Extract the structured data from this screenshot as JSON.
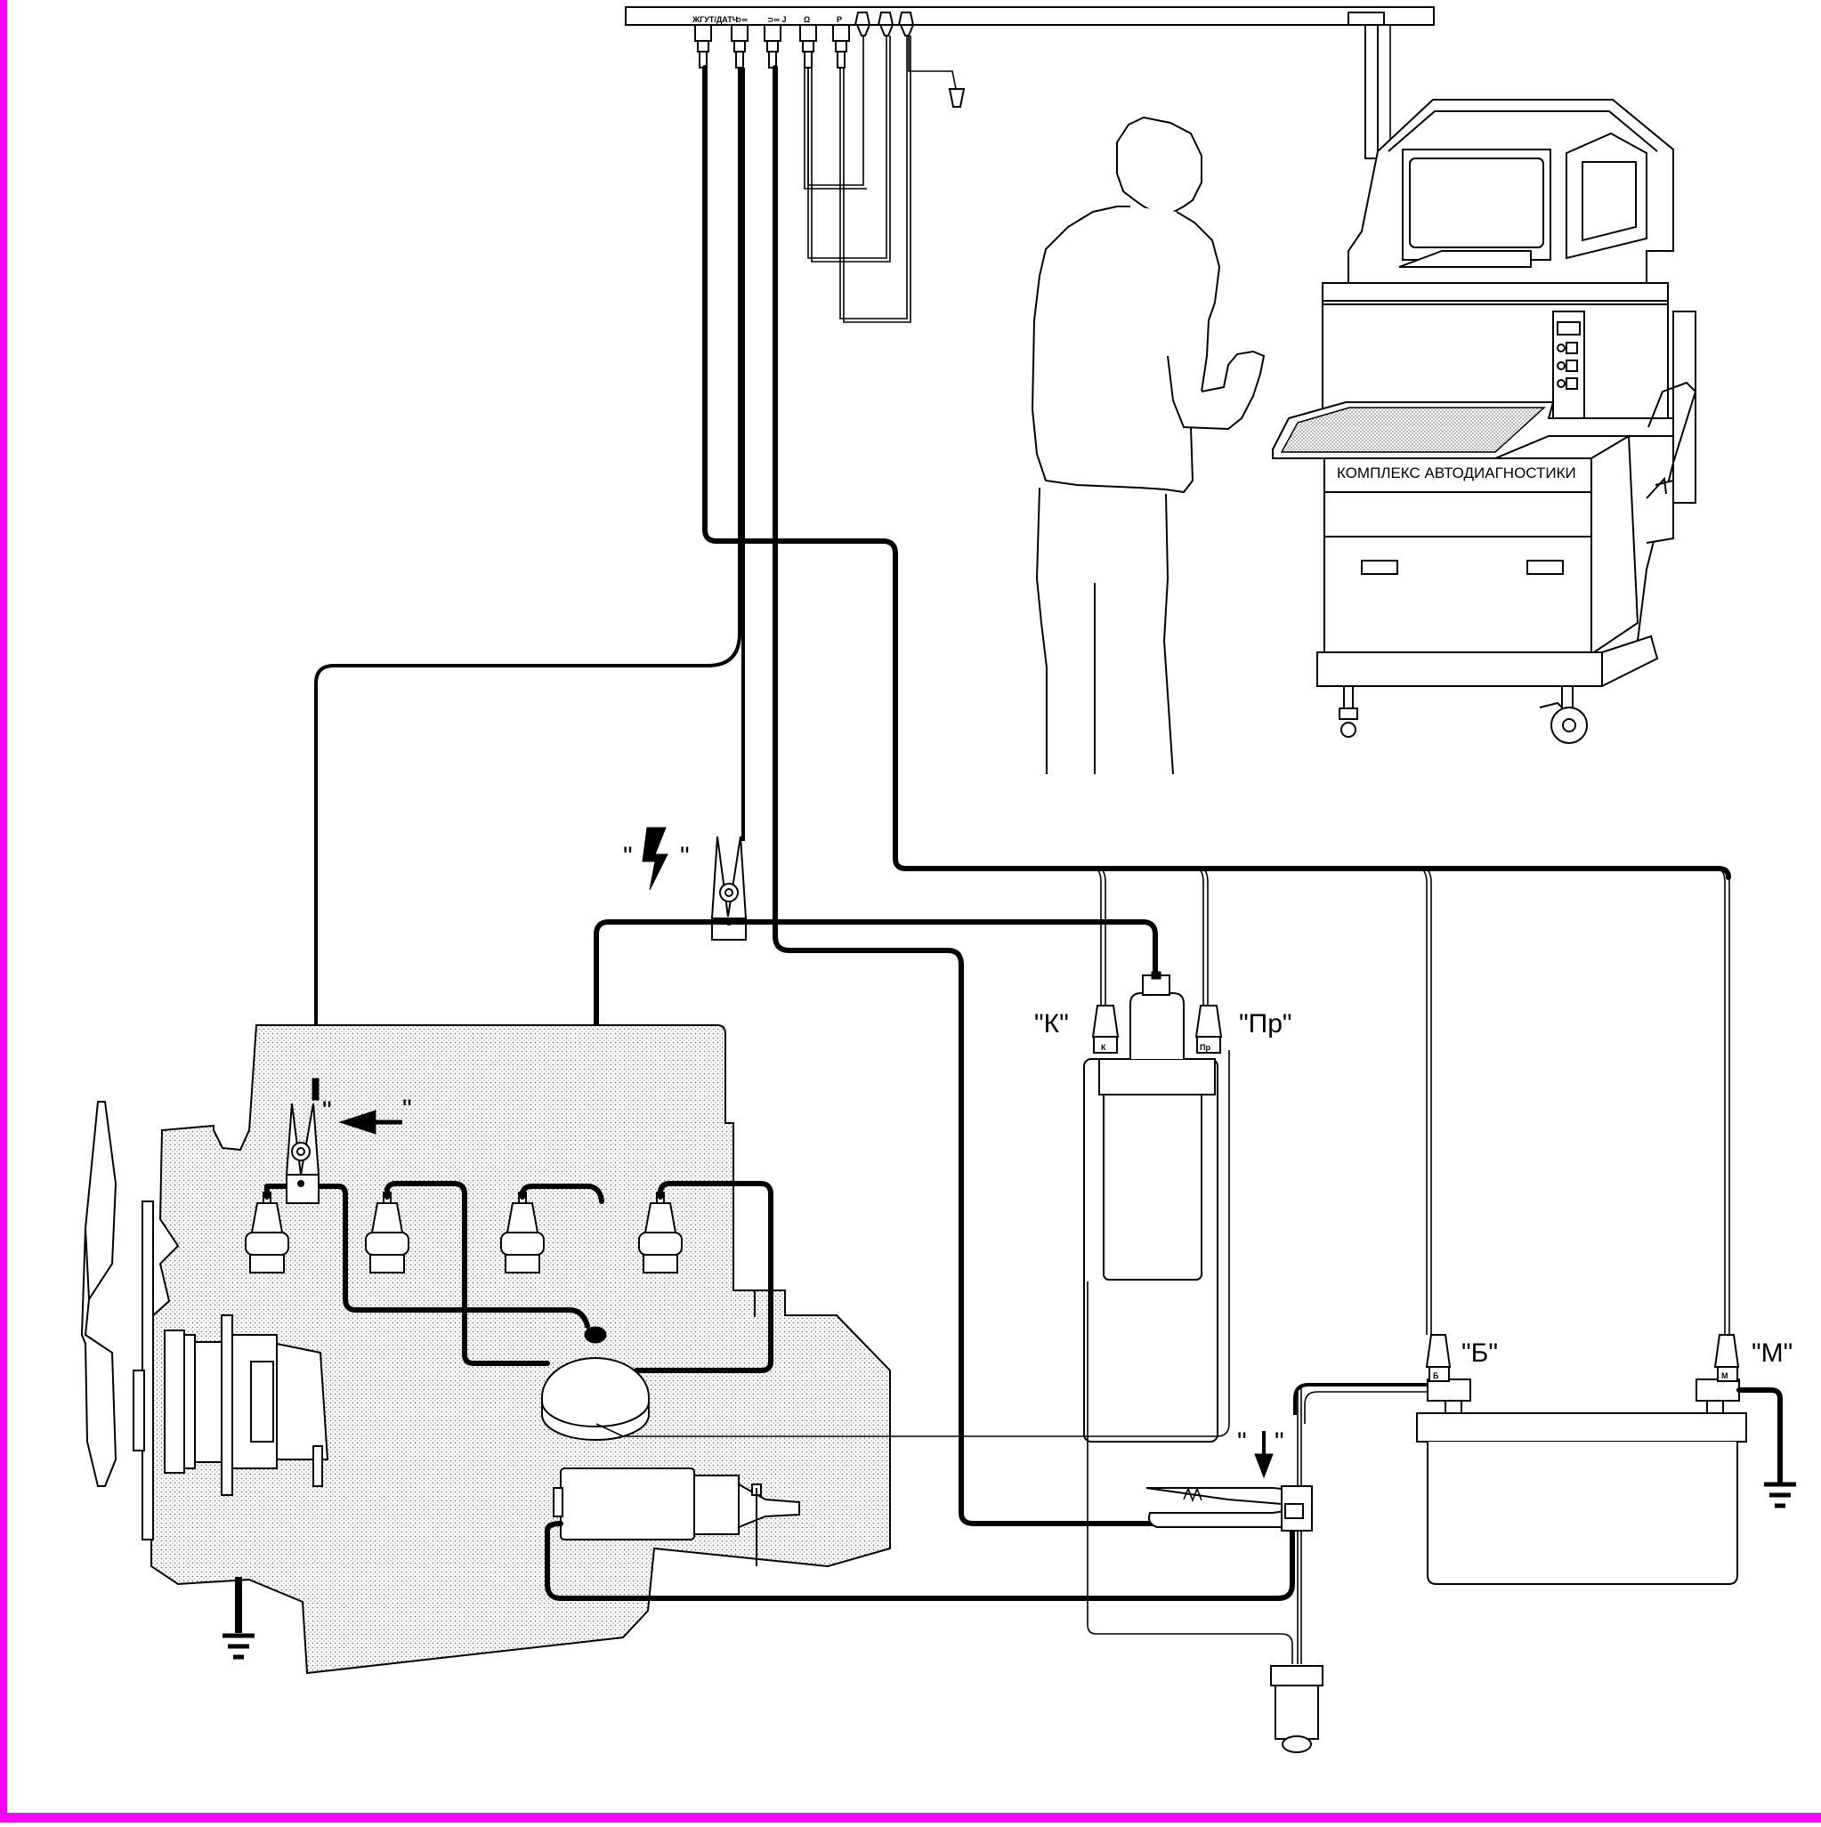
{
  "colors": {
    "frame": "#ff00ff",
    "ink": "#000000",
    "paper": "#ffffff",
    "engine_fill": "#d8d8d8"
  },
  "stand": {
    "panel_label": "КОМПЛЕКС АВТОДИАГНОСТИКИ"
  },
  "cable_bar": {
    "connector_label": "ЖГУТ/ДАТЧ"
  },
  "labels": {
    "high_voltage_clamp": "\"ϟ\"",
    "coil_k": "\"К\"",
    "coil_pr": "\"Пр\"",
    "coil_pin_k": "К",
    "coil_pin_pr": "Пр",
    "battery_b": "\"Б\"",
    "battery_m": "\"М\"",
    "battery_pin_b": "Б",
    "battery_pin_m": "М",
    "cylinder_clamp_open": "\"",
    "cylinder_clamp_close": "\"",
    "current_clamp_open": "\"",
    "current_clamp_close": "\""
  },
  "icons": {
    "lightning": "lightning-icon",
    "arrow_left": "arrow-left-icon",
    "arrow_down": "arrow-down-icon",
    "ground": "ground-icon",
    "ohm": "Ω",
    "pressure": "P"
  }
}
